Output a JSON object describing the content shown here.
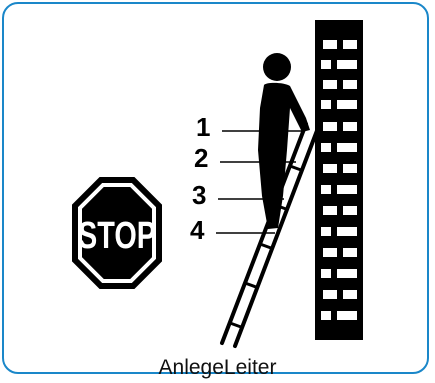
{
  "caption": "AnlegeLeiter",
  "sign": {
    "text": "STOP"
  },
  "rungs": [
    {
      "label": "1"
    },
    {
      "label": "2"
    },
    {
      "label": "3"
    },
    {
      "label": "4"
    }
  ],
  "colors": {
    "frame": "#1a87c9",
    "ink": "#000000",
    "background": "#ffffff"
  },
  "icons": [
    "person-silhouette-icon",
    "ladder-icon",
    "brick-wall-icon",
    "stop-sign-icon"
  ]
}
